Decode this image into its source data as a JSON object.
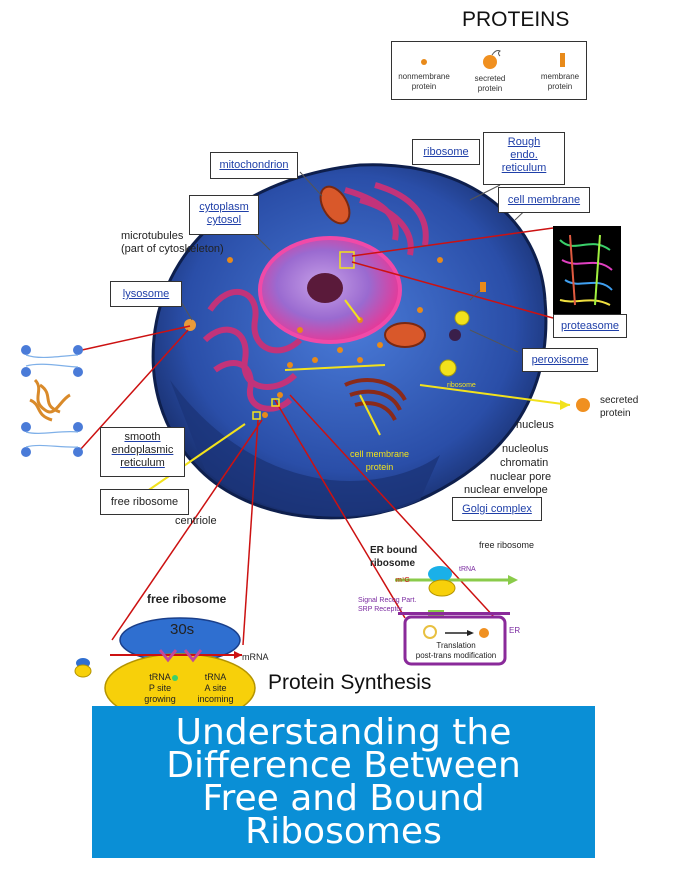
{
  "legend": {
    "title": "PROTEINS",
    "items": [
      "nonmembrane\nprotein",
      "secreted\nprotein",
      "membrane\nprotein"
    ]
  },
  "labels": {
    "mitochondrion": "mitochondrion",
    "ribosome": "ribosome",
    "rough_er": "Rough\nendo.\nreticulum",
    "cell_membrane": "cell membrane",
    "cytoplasm": "cytoplasm\ncytosol",
    "microtubules": "microtubules\n(part of cytoskeleton)",
    "lysosome": "lysosome",
    "proteasome": "proteasome",
    "peroxisome": "peroxisome",
    "secreted_protein": "secreted\nprotein",
    "nucleus": "nucleus",
    "nucleolus": "nucleolus",
    "chromatin": "chromatin",
    "nuclear_pore": "nuclear pore",
    "nuclear_envelope": "nuclear envelope",
    "smooth_er": "smooth\nendoplasmic\nreticulum",
    "free_ribosome": "free ribosome",
    "centriole": "centriole",
    "golgi": "Golgi complex",
    "cell_membrane_protein": "cell membrane\nprotein",
    "ribosome_inner": "ribosome"
  },
  "inset": {
    "free_ribosome_title": "free ribosome",
    "subunit": "30s",
    "mrna": "mRNA",
    "trna_p": "tRNA\nP site\ngrowing",
    "trna_a": "tRNA\nA site\nincoming",
    "er_bound": "ER bound\nribosome",
    "free_ribosome_right": "free ribosome",
    "m7g": "m⁷G",
    "trna_right": "tRNA",
    "signal": "Signal Recog Part.\nSRP Receptor",
    "er": "ER",
    "translation": "Translation\npost-trans modification",
    "synthesis_title": "Protein Synthesis"
  },
  "banner": {
    "text": "Understanding the\nDifference Between\nFree and Bound\nRibosomes"
  },
  "colors": {
    "banner_bg": "#0a8fd6",
    "cell_blue": "#1c3c8c",
    "er_magenta": "#b8346e",
    "arrow_red": "#cc1111",
    "arrow_yellow": "#f2e21c"
  }
}
